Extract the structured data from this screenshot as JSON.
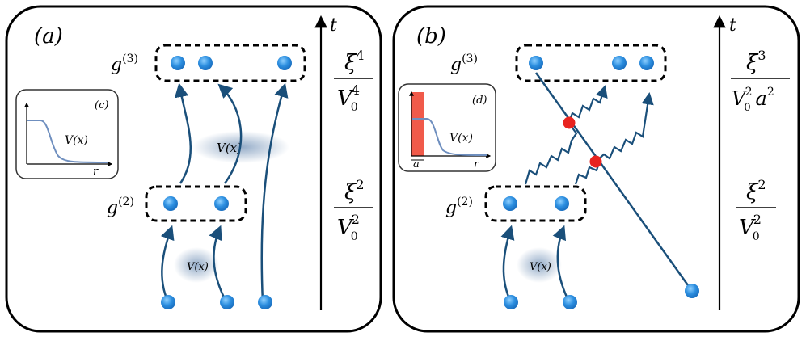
{
  "panels": {
    "a": {
      "label": "(a)",
      "time_axis_label": "t",
      "level_g3": "g",
      "level_g3_sup": "(3)",
      "level_g2": "g",
      "level_g2_sup": "(2)",
      "potential_label_big": "V(x)",
      "potential_label_small": "V(x)",
      "rate_top_num": "ξ",
      "rate_top_num_sup": "4",
      "rate_top_den": "V",
      "rate_top_den_sub": "0",
      "rate_top_den_sup": "4",
      "rate_bot_num": "ξ",
      "rate_bot_num_sup": "2",
      "rate_bot_den": "V",
      "rate_bot_den_sub": "0",
      "rate_bot_den_sup": "2",
      "inset": {
        "label": "(c)",
        "curve_label": "V(x)",
        "axis_label": "r"
      }
    },
    "b": {
      "label": "(b)",
      "time_axis_label": "t",
      "level_g3": "g",
      "level_g3_sup": "(3)",
      "level_g2": "g",
      "level_g2_sup": "(2)",
      "potential_label_small": "V(x)",
      "rate_top_num": "ξ",
      "rate_top_num_sup": "3",
      "rate_top_den_a": "V",
      "rate_top_den_a_sub": "0",
      "rate_top_den_a_sup": "2",
      "rate_top_den_b": "a",
      "rate_top_den_b_sup": "2",
      "rate_bot_num": "ξ",
      "rate_bot_num_sup": "2",
      "rate_bot_den": "V",
      "rate_bot_den_sub": "0",
      "rate_bot_den_sup": "2",
      "inset": {
        "label": "(d)",
        "curve_label": "V(x)",
        "axis_label": "r",
        "width_label": "a"
      }
    }
  },
  "colors": {
    "particle": "#2d8fe0",
    "worldline": "#1a4f7a",
    "vertex": "#e8231f",
    "barrier": "#f05a4a",
    "potential_curve": "#6f8fbf",
    "haze": "#7f9fc0"
  }
}
